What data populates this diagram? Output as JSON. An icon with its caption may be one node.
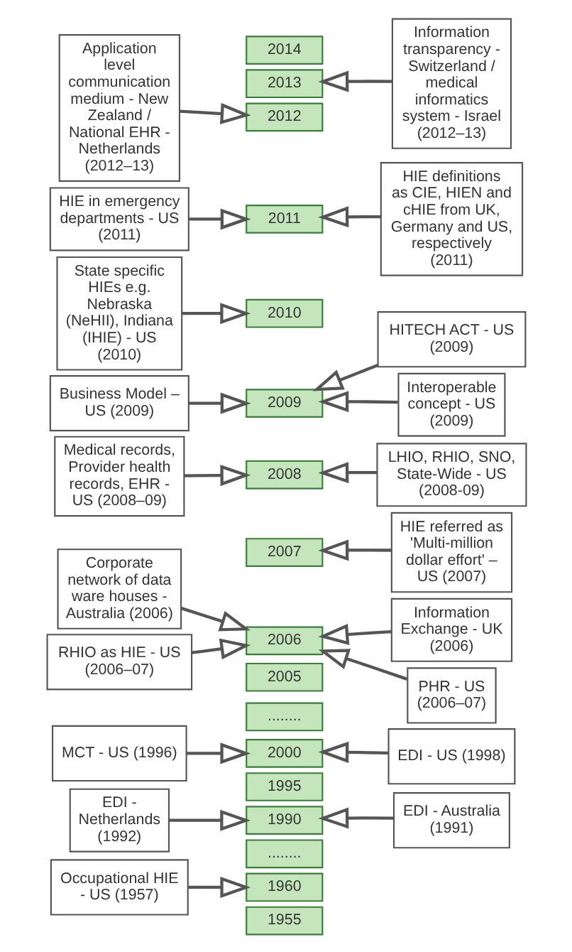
{
  "diagram": {
    "nodes": [
      {
        "text": [
          "Occupational HIE - US (1957)"
        ]
      },
      {
        "text": [
          "EDI - Netherlands (1992)"
        ]
      },
      {
        "text": [
          "EDI - Australia (1991)"
        ]
      },
      {
        "text": [
          "MCT - US (1996)"
        ]
      },
      {
        "text": [
          "EDI - US (1998)"
        ]
      },
      {
        "text": [
          "Information Exchange - UK (2006)"
        ]
      },
      {
        "text": [
          "Corporate network of data ware houses - Australia (2006)"
        ]
      },
      {
        "text": [
          "RHIO as HIE - US (2006–07)"
        ]
      },
      {
        "text": [
          "PHR - US (2006–07)"
        ]
      },
      {
        "text": [
          "HIE referred as 'Multi-million dollar effort' – US (2007)"
        ]
      },
      {
        "text": [
          "Medical records, Provider health records, EHR - US (2008–09)"
        ]
      },
      {
        "text": [
          "LHIO, RHIO, SNO, State-Wide - US (2008-09)"
        ]
      },
      {
        "text": [
          "Business Model – US (2009)"
        ]
      },
      {
        "text": [
          "HITECH ACT - US (2009)"
        ]
      },
      {
        "text": [
          "Interoperable concept - US (2009)"
        ]
      },
      {
        "text": [
          "State specific HIEs e.g. Nebraska (NeHII), Indiana (IHIE) - US (2010)"
        ]
      },
      {
        "text": [
          "HIE in emergency departments - US (2011)"
        ]
      },
      {
        "text": [
          "HIE definitions as CIE, HIEN and cHIE from UK, Germany and US, respectively (2011)"
        ]
      },
      {
        "text": [
          "Application level communication medium - New Zealand / National EHR - Netherlands (2012–13)"
        ]
      },
      {
        "text": [
          "Information transparency - Switzerland / medical informatics system - Israel (2012–13)"
        ]
      },
      {
        "text": [
          "1955"
        ]
      },
      {
        "text": [
          "1960"
        ]
      },
      {
        "text": [
          "........"
        ]
      },
      {
        "text": [
          "1990"
        ]
      },
      {
        "text": [
          "1995"
        ]
      },
      {
        "text": [
          "2000"
        ]
      },
      {
        "text": [
          "........"
        ]
      },
      {
        "text": [
          "2005"
        ]
      },
      {
        "text": [
          "2006"
        ]
      },
      {
        "text": [
          "2007"
        ]
      },
      {
        "text": [
          "2008"
        ]
      },
      {
        "text": [
          "2009"
        ]
      },
      {
        "text": [
          "2010"
        ]
      },
      {
        "text": [
          "2011"
        ]
      },
      {
        "text": [
          "2012"
        ]
      },
      {
        "text": [
          "2013"
        ]
      },
      {
        "text": [
          "2014"
        ]
      }
    ],
    "edges": [
      {
        "from": 0,
        "to": 21,
        "arrow": "to"
      },
      {
        "from": 1,
        "to": 23,
        "arrow": "to"
      },
      {
        "from": 2,
        "to": 23,
        "arrow": "to"
      },
      {
        "from": 3,
        "to": 25,
        "arrow": "to"
      },
      {
        "from": 4,
        "to": 25,
        "arrow": "to"
      },
      {
        "from": 5,
        "to": 28,
        "arrow": "to"
      },
      {
        "from": 6,
        "to": 28,
        "arrow": "to"
      },
      {
        "from": 7,
        "to": 28,
        "arrow": "to"
      },
      {
        "from": 8,
        "to": 28,
        "arrow": "to"
      },
      {
        "from": 9,
        "to": 29,
        "arrow": "to"
      },
      {
        "from": 10,
        "to": 30,
        "arrow": "to"
      },
      {
        "from": 11,
        "to": 30,
        "arrow": "to"
      },
      {
        "from": 12,
        "to": 31,
        "arrow": "to"
      },
      {
        "from": 13,
        "to": 31,
        "arrow": "to"
      },
      {
        "from": 14,
        "to": 31,
        "arrow": "to"
      },
      {
        "from": 15,
        "to": 32,
        "arrow": "to"
      },
      {
        "from": 16,
        "to": 33,
        "arrow": "to"
      },
      {
        "from": 17,
        "to": 33,
        "arrow": "to"
      },
      {
        "from": 18,
        "to": 34,
        "arrow": "to"
      },
      {
        "from": 19,
        "to": 35,
        "arrow": "to"
      }
    ]
  }
}
